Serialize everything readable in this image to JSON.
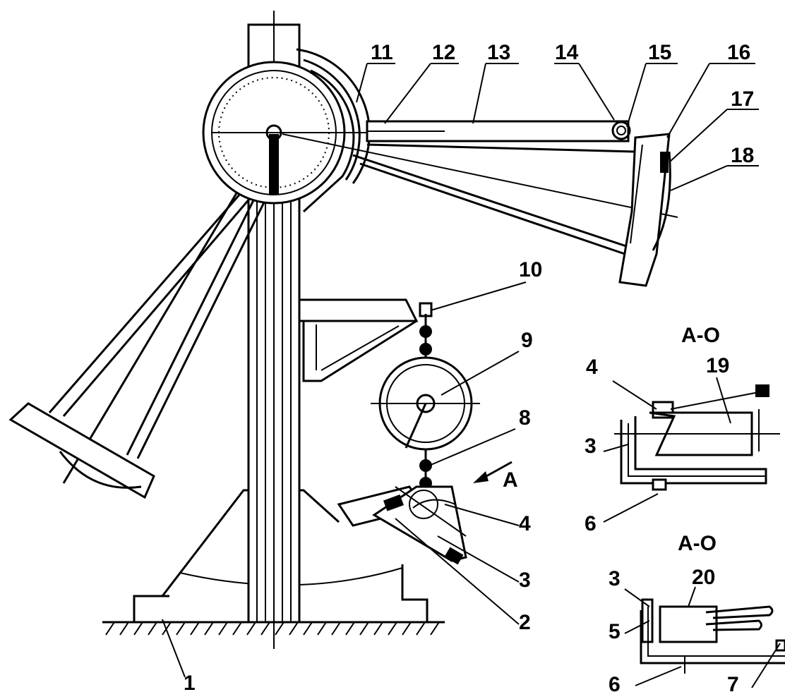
{
  "callouts": [
    "1",
    "2",
    "3",
    "4",
    "8",
    "9",
    "10",
    "11",
    "12",
    "13",
    "14",
    "15",
    "16",
    "17",
    "18"
  ],
  "arrow_label": "A",
  "inset_top": {
    "title": "A-O",
    "labels": [
      "4",
      "19",
      "3",
      "6"
    ]
  },
  "inset_bottom": {
    "title": "A-O",
    "labels": [
      "3",
      "20",
      "5",
      "6",
      "7"
    ]
  }
}
